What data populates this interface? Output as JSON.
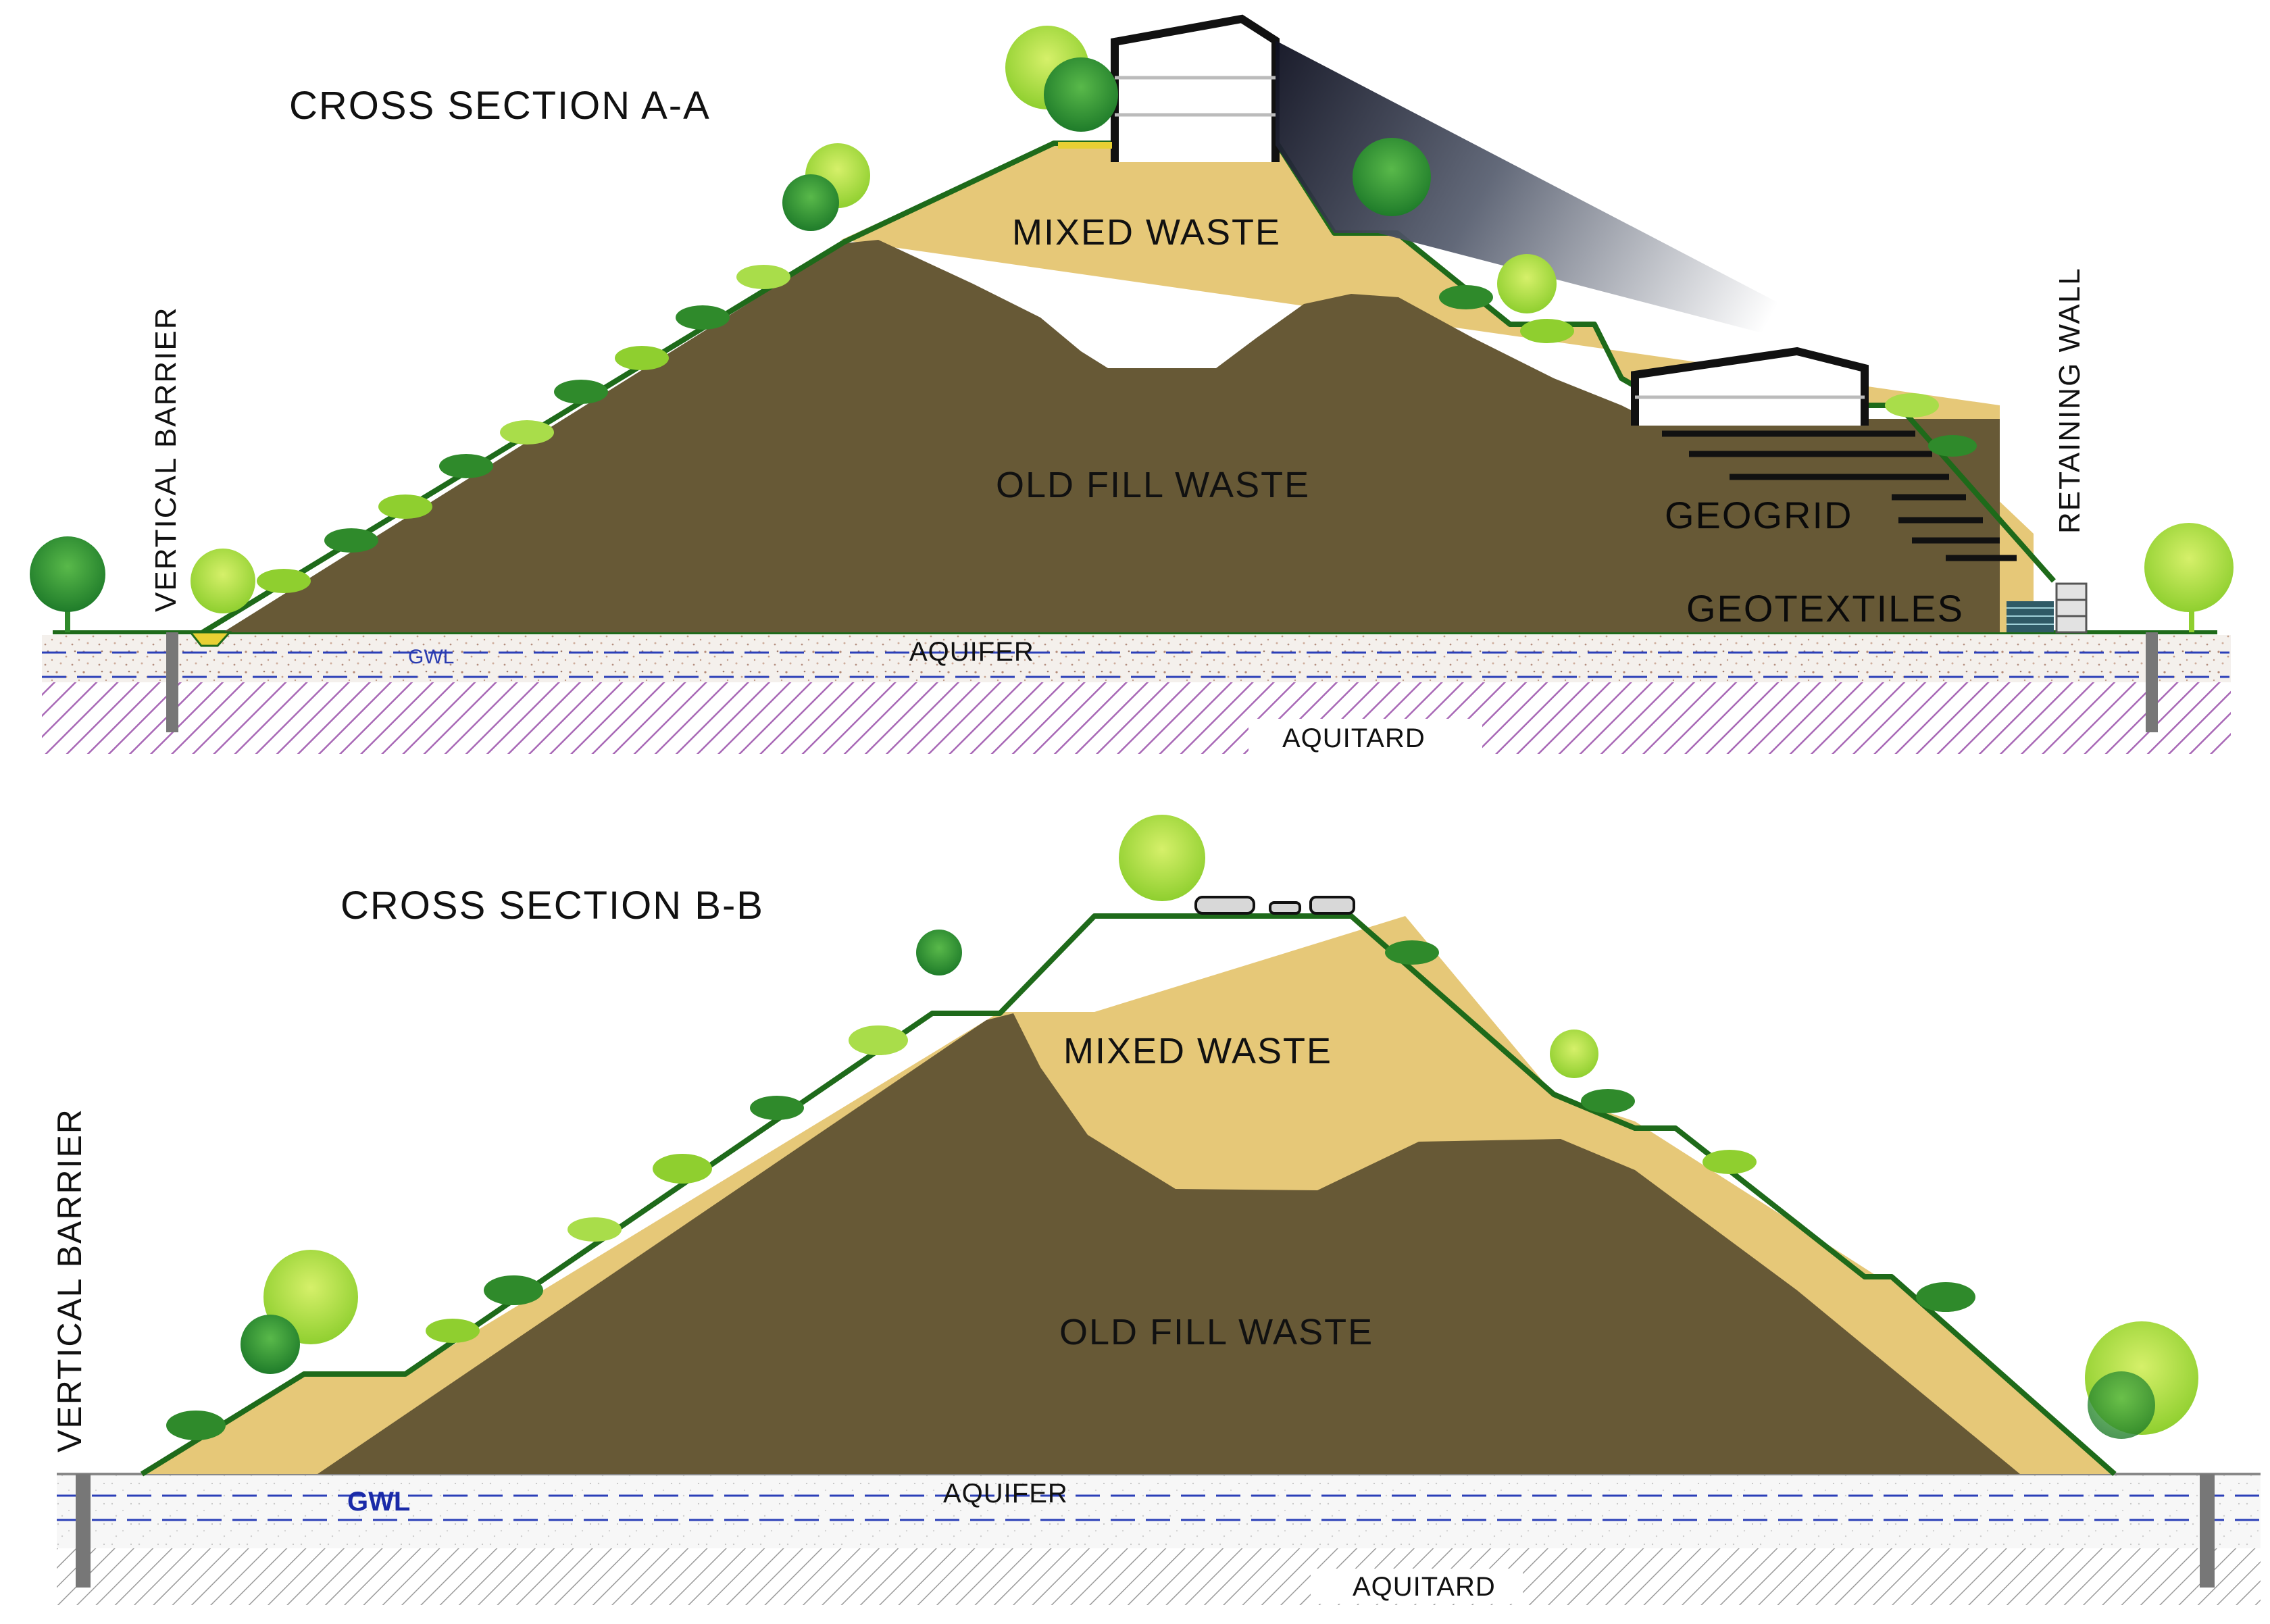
{
  "section_a": {
    "title": "CROSS SECTION A-A",
    "mixed_waste": "MIXED WASTE",
    "old_fill_waste": "OLD FILL WASTE",
    "geogrid": "GEOGRID",
    "geotextiles": "GEOTEXTILES",
    "aquifer": "AQUIFER",
    "aquitard": "AQUITARD",
    "gwl": "GWL",
    "vertical_barrier": "VERTICAL BARRIER",
    "retaining_wall": "RETAINING WALL"
  },
  "section_b": {
    "title": "CROSS SECTION B-B",
    "mixed_waste": "MIXED WASTE",
    "old_fill_waste": "OLD FILL WASTE",
    "aquifer": "AQUIFER",
    "aquitard": "AQUITARD",
    "gwl": "GWL",
    "vertical_barrier": "VERTICAL BARRIER"
  },
  "colors": {
    "old_fill": "#675936",
    "mixed_waste": "#e6c878",
    "cover_line": "#1e6a1a",
    "vegetation_light": "#a9dd4a",
    "vegetation_dark": "#2f8a2b",
    "aquitard_hatch": "#9a5aa8",
    "gwl_line": "#2b3fb8"
  }
}
